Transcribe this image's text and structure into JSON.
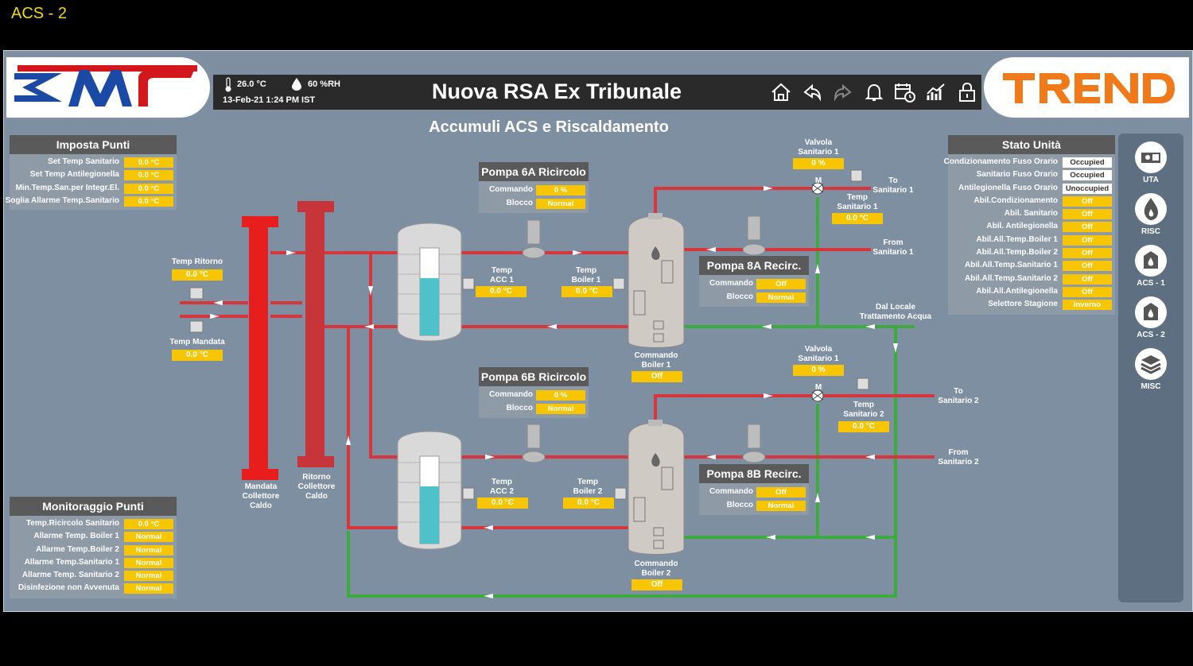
{
  "window_title": "ACS - 2",
  "header": {
    "temperature": "26.0 °C",
    "humidity": "60 %RH",
    "datetime": "13-Feb-21 1:24 PM IST",
    "title": "Nuova RSA Ex Tribunale",
    "subtitle": "Accumuli ACS e Riscaldamento",
    "nav_icons": [
      "home-icon",
      "back-icon",
      "forward-icon",
      "bell-icon",
      "calendar-clock-icon",
      "trend-chart-icon",
      "lock-icon"
    ]
  },
  "brand": {
    "left_logo": "EMF",
    "right_logo": "TREND",
    "left_color": "#d4161d",
    "left_blue": "#1b4aa5",
    "right_color": "#f07a1a"
  },
  "imposta_punti": {
    "title": "Imposta Punti",
    "rows": [
      {
        "label": "Set Temp Sanitario",
        "value": "0.0 °C"
      },
      {
        "label": "Set Temp  Antilegionella",
        "value": "0.0 °C"
      },
      {
        "label": "Min.Temp.San.per Integr.El.",
        "value": "0.0 °C"
      },
      {
        "label": "Soglia Allarme Temp.Sanitario",
        "value": "0.0 °C"
      }
    ]
  },
  "monitoraggio_punti": {
    "title": "Monitoraggio Punti",
    "rows": [
      {
        "label": "Temp.Ricircolo Sanitario",
        "value": "0.0 °C"
      },
      {
        "label": "Allarme Temp. Boiler 1",
        "value": "Normal"
      },
      {
        "label": "Allarme Temp.Boiler 2",
        "value": "Normal"
      },
      {
        "label": "Allarme Temp.Sanitario 1",
        "value": "Normal"
      },
      {
        "label": "Allarme Temp. Sanitario 2",
        "value": "Normal"
      },
      {
        "label": "Disinfezione non Avvenuta",
        "value": "Normal"
      }
    ]
  },
  "stato_unita": {
    "title": "Stato Unità",
    "rows": [
      {
        "label": "Condizionamento Fuso Orario",
        "value": "Occupied"
      },
      {
        "label": "Sanitario Fuso Orario",
        "value": "Occupied"
      },
      {
        "label": "Antilegionella Fuso Orario",
        "value": "Unoccupied"
      },
      {
        "label": "Abil.Condizionamento",
        "value": "Off"
      },
      {
        "label": "Abil. Sanitario",
        "value": "Off"
      },
      {
        "label": "Abil. Antilegionella",
        "value": "Off"
      },
      {
        "label": "Abil.All.Temp.Boiler 1",
        "value": "Off"
      },
      {
        "label": "Abil.All.Temp.Boiler 2",
        "value": "Off"
      },
      {
        "label": "Abil.All.Temp.Sanitario 1",
        "value": "Off"
      },
      {
        "label": "Abil.All.Temp.Sanitario 2",
        "value": "Off"
      },
      {
        "label": "Abil.All.Antilegionella",
        "value": "Off"
      },
      {
        "label": "Selettore Stagione",
        "value": "Inverno"
      }
    ]
  },
  "pumps": {
    "p6a": {
      "title": "Pompa 6A Ricircolo",
      "commando_label": "Commando",
      "commando": "0 %",
      "blocco_label": "Blocco",
      "blocco": "Normal"
    },
    "p6b": {
      "title": "Pompa 6B Ricircolo",
      "commando_label": "Commando",
      "commando": "0 %",
      "blocco_label": "Blocco",
      "blocco": "Normal"
    },
    "p8a": {
      "title": "Pompa 8A Recirc.",
      "commando_label": "Commando",
      "commando": "Off",
      "blocco_label": "Blocco",
      "blocco": "Normal"
    },
    "p8b": {
      "title": "Pompa 8B Recirc.",
      "commando_label": "Commando",
      "commando": "Off",
      "blocco_label": "Blocco",
      "blocco": "Normal"
    }
  },
  "diagram": {
    "temp_ritorno": {
      "label": "Temp Ritorno",
      "value": "0.0 °C"
    },
    "temp_mandata": {
      "label": "Temp Mandata",
      "value": "0.0 °C"
    },
    "mandata_collettore": "Mandata\nCollettore\nCaldo",
    "ritorno_collettore": "Ritorno\nCollettore\nCaldo",
    "temp_acc1": {
      "label": "Temp\nACC 1",
      "value": "0.0 °C"
    },
    "temp_boiler1": {
      "label": "Temp\nBoiler 1",
      "value": "0.0 °C"
    },
    "temp_acc2": {
      "label": "Temp\nACC 2",
      "value": "0.0 °C"
    },
    "temp_boiler2": {
      "label": "Temp\nBoiler 2",
      "value": "0.0 °C"
    },
    "commando_boiler1": {
      "label": "Commando\nBoiler 1",
      "value": "Off"
    },
    "commando_boiler2": {
      "label": "Commando\nBoiler 2",
      "value": "Off"
    },
    "valvola1": {
      "label": "Valvola\nSanitario 1",
      "value": "0 %"
    },
    "valvola2": {
      "label": "Valvola\nSanitario 1",
      "value": "0 %"
    },
    "temp_sanitario1": {
      "label": "Temp\nSanitario 1",
      "value": "0.0 °C"
    },
    "temp_sanitario2": {
      "label": "Temp\nSanitario 2",
      "value": "0.0 °C"
    },
    "to_sanitario1": "To\nSanitario 1",
    "from_sanitario1": "From\nSanitario 1",
    "to_sanitario2": "To\nSanitario 2",
    "from_sanitario2": "From\nSanitario 2",
    "dal_locale": "Dal Locale\nTrattamento Acqua",
    "valve_m": "M"
  },
  "sidebar": [
    {
      "label": "UTA",
      "icon": "air-handler-icon"
    },
    {
      "label": "RISC",
      "icon": "flame-icon"
    },
    {
      "label": "ACS - 1",
      "icon": "boiler-flame-icon"
    },
    {
      "label": "ACS - 2",
      "icon": "boiler-flame-icon"
    },
    {
      "label": "MISC",
      "icon": "layers-icon"
    }
  ],
  "colors": {
    "hot_pipe": "#d8353c",
    "cold_pipe": "#3caa3c",
    "value_box": "#f7c600",
    "panel_title": "#5a5a5a",
    "background": "#7f8fa2"
  }
}
